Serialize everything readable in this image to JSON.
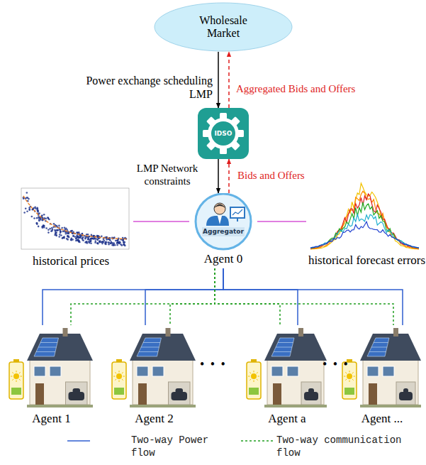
{
  "diagram": {
    "nodes": [
      {
        "text": [
          "Wholesale Market"
        ]
      },
      {
        "text": [
          "IDSO"
        ]
      },
      {
        "text": [
          "Aggregator",
          "Agent 0"
        ]
      },
      {
        "text": [
          "historical prices"
        ]
      },
      {
        "text": [
          "historical forecast errors"
        ]
      },
      {
        "text": [
          "Agent 1"
        ]
      },
      {
        "text": [
          "Agent 2"
        ]
      },
      {
        "text": [
          "Agent a"
        ]
      },
      {
        "text": [
          "Agent ..."
        ]
      }
    ],
    "edges": [
      {
        "from": 0,
        "to": 1,
        "arrow": "to",
        "label": "Power exchange scheduling LMP"
      },
      {
        "from": 1,
        "to": 0,
        "arrow": "to",
        "label": "Aggregated Bids and Offers"
      },
      {
        "from": 1,
        "to": 2,
        "arrow": "to",
        "label": "LMP Network constraints"
      },
      {
        "from": 2,
        "to": 1,
        "arrow": "to",
        "label": "Bids and Offers"
      },
      {
        "from": 2,
        "to": 3,
        "arrow": "none"
      },
      {
        "from": 2,
        "to": 4,
        "arrow": "none"
      },
      {
        "from": 2,
        "to": 5,
        "arrow": "none"
      },
      {
        "from": 2,
        "to": 6,
        "arrow": "none"
      },
      {
        "from": 2,
        "to": 7,
        "arrow": "none"
      },
      {
        "from": 2,
        "to": 8,
        "arrow": "none"
      },
      {
        "from": 2,
        "to": 5,
        "arrow": "none"
      },
      {
        "from": 2,
        "to": 6,
        "arrow": "none"
      },
      {
        "from": 2,
        "to": 7,
        "arrow": "none"
      },
      {
        "from": 2,
        "to": 8,
        "arrow": "none"
      }
    ],
    "labels": [
      "• • •",
      "• • •"
    ],
    "legend": [
      {
        "text": "Two-way Power flow"
      },
      {
        "text": "Two-way communication flow"
      }
    ]
  }
}
